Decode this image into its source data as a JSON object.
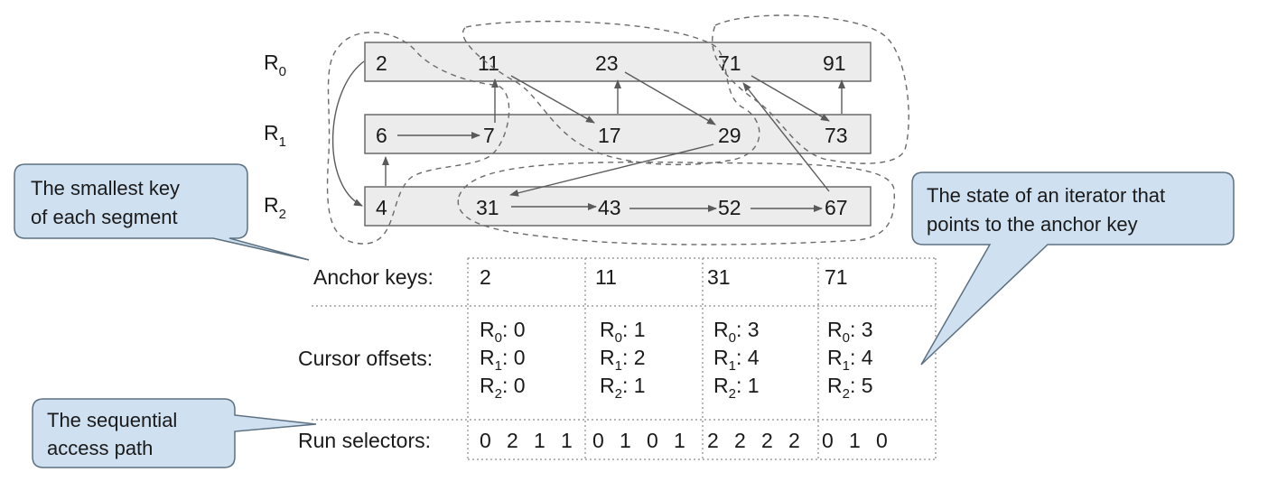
{
  "runs": [
    {
      "label": "R",
      "sub": "0",
      "keys": [
        "2",
        "11",
        "23",
        "71",
        "91"
      ]
    },
    {
      "label": "R",
      "sub": "1",
      "keys": [
        "6",
        "7",
        "17",
        "29",
        "73"
      ]
    },
    {
      "label": "R",
      "sub": "2",
      "keys": [
        "4",
        "31",
        "43",
        "52",
        "67"
      ]
    }
  ],
  "table": {
    "row_labels": [
      "Anchor keys:",
      "Cursor offsets:",
      "Run selectors:"
    ],
    "anchor_keys": [
      "2",
      "11",
      "31",
      "71"
    ],
    "cursor_offsets": [
      [
        {
          "run": "R",
          "sub": "0",
          "value": ": 0"
        },
        {
          "run": "R",
          "sub": "1",
          "value": ": 0"
        },
        {
          "run": "R",
          "sub": "2",
          "value": ": 0"
        }
      ],
      [
        {
          "run": "R",
          "sub": "0",
          "value": ": 1"
        },
        {
          "run": "R",
          "sub": "1",
          "value": ": 2"
        },
        {
          "run": "R",
          "sub": "2",
          "value": ": 1"
        }
      ],
      [
        {
          "run": "R",
          "sub": "0",
          "value": ": 3"
        },
        {
          "run": "R",
          "sub": "1",
          "value": ": 4"
        },
        {
          "run": "R",
          "sub": "2",
          "value": ": 1"
        }
      ],
      [
        {
          "run": "R",
          "sub": "0",
          "value": ": 3"
        },
        {
          "run": "R",
          "sub": "1",
          "value": ": 4"
        },
        {
          "run": "R",
          "sub": "2",
          "value": ": 5"
        }
      ]
    ],
    "run_selectors": [
      [
        "0",
        "2",
        "1",
        "1"
      ],
      [
        "0",
        "1",
        "0",
        "1"
      ],
      [
        "2",
        "2",
        "2",
        "2"
      ],
      [
        "0",
        "1",
        "0"
      ]
    ]
  },
  "callouts": {
    "smallest_key": [
      "The smallest key",
      "of each segment"
    ],
    "iterator_state": [
      "The state of an iterator that",
      "points to the anchor key"
    ],
    "access_path": [
      "The sequential",
      "access path"
    ]
  },
  "colors": {
    "run_fill": "#ececec",
    "callout_fill": "#cfe0f1",
    "callout_stroke": "#5c7080"
  }
}
